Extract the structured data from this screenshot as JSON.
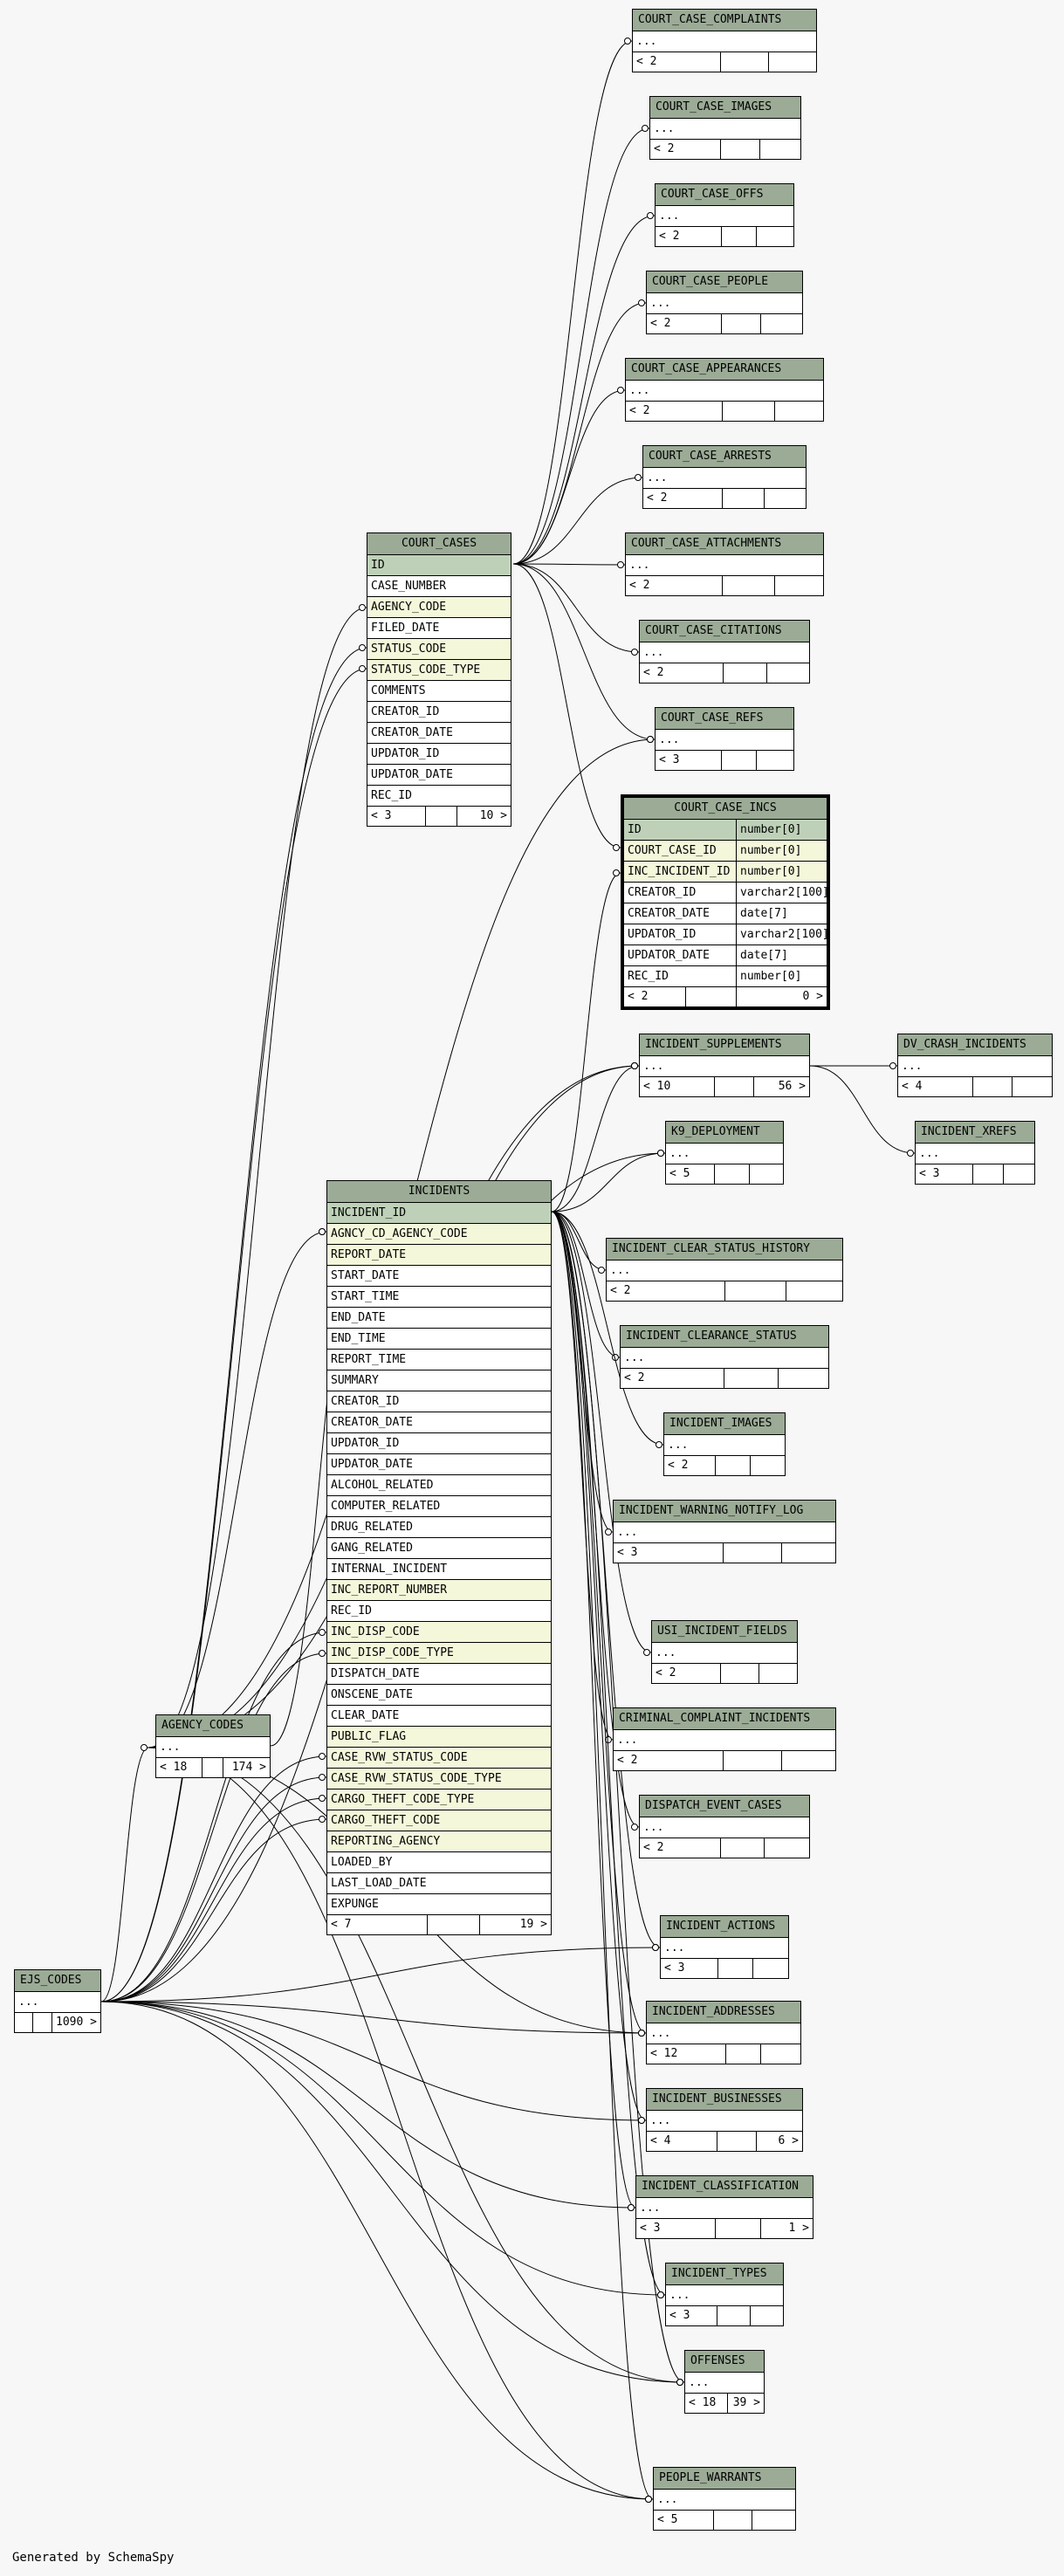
{
  "footer_credit": "Generated by SchemaSpy",
  "colors": {
    "background": "#f7f7f7",
    "table_header": "#9bab96",
    "primary_key_row": "#bed1b8",
    "foreign_key_row": "#f4f7da",
    "line": "#000000"
  },
  "tables": {
    "court_case_complaints": {
      "name": "COURT_CASE_COMPLAINTS",
      "body": "...",
      "parents": "< 2",
      "children": ""
    },
    "court_case_images": {
      "name": "COURT_CASE_IMAGES",
      "body": "...",
      "parents": "< 2",
      "children": ""
    },
    "court_case_offs": {
      "name": "COURT_CASE_OFFS",
      "body": "...",
      "parents": "< 2",
      "children": ""
    },
    "court_case_people": {
      "name": "COURT_CASE_PEOPLE",
      "body": "...",
      "parents": "< 2",
      "children": ""
    },
    "court_case_appearances": {
      "name": "COURT_CASE_APPEARANCES",
      "body": "...",
      "parents": "< 2",
      "children": ""
    },
    "court_case_arrests": {
      "name": "COURT_CASE_ARRESTS",
      "body": "...",
      "parents": "< 2",
      "children": ""
    },
    "court_case_attachments": {
      "name": "COURT_CASE_ATTACHMENTS",
      "body": "...",
      "parents": "< 2",
      "children": ""
    },
    "court_case_citations": {
      "name": "COURT_CASE_CITATIONS",
      "body": "...",
      "parents": "< 2",
      "children": ""
    },
    "court_case_refs": {
      "name": "COURT_CASE_REFS",
      "body": "...",
      "parents": "< 3",
      "children": ""
    },
    "court_cases": {
      "name": "COURT_CASES",
      "columns": [
        "ID",
        "CASE_NUMBER",
        "AGENCY_CODE",
        "FILED_DATE",
        "STATUS_CODE",
        "STATUS_CODE_TYPE",
        "COMMENTS",
        "CREATOR_ID",
        "CREATOR_DATE",
        "UPDATOR_ID",
        "UPDATOR_DATE",
        "REC_ID"
      ],
      "parents": "< 3",
      "children": "10 >"
    },
    "court_case_incs": {
      "name": "COURT_CASE_INCS",
      "columns": [
        {
          "name": "ID",
          "type": "number[0]"
        },
        {
          "name": "COURT_CASE_ID",
          "type": "number[0]"
        },
        {
          "name": "INC_INCIDENT_ID",
          "type": "number[0]"
        },
        {
          "name": "CREATOR_ID",
          "type": "varchar2[100]"
        },
        {
          "name": "CREATOR_DATE",
          "type": "date[7]"
        },
        {
          "name": "UPDATOR_ID",
          "type": "varchar2[100]"
        },
        {
          "name": "UPDATOR_DATE",
          "type": "date[7]"
        },
        {
          "name": "REC_ID",
          "type": "number[0]"
        }
      ],
      "parents": "< 2",
      "children": "0 >"
    },
    "incident_supplements": {
      "name": "INCIDENT_SUPPLEMENTS",
      "body": "...",
      "parents": "< 10",
      "children": "56 >"
    },
    "dv_crash_incidents": {
      "name": "DV_CRASH_INCIDENTS",
      "body": "...",
      "parents": "< 4",
      "children": ""
    },
    "incident_xrefs": {
      "name": "INCIDENT_XREFS",
      "body": "...",
      "parents": "< 3",
      "children": ""
    },
    "k9_deployment": {
      "name": "K9_DEPLOYMENT",
      "body": "...",
      "parents": "< 5",
      "children": ""
    },
    "incidents": {
      "name": "INCIDENTS",
      "columns": [
        "INCIDENT_ID",
        "AGNCY_CD_AGENCY_CODE",
        "REPORT_DATE",
        "START_DATE",
        "START_TIME",
        "END_DATE",
        "END_TIME",
        "REPORT_TIME",
        "SUMMARY",
        "CREATOR_ID",
        "CREATOR_DATE",
        "UPDATOR_ID",
        "UPDATOR_DATE",
        "ALCOHOL_RELATED",
        "COMPUTER_RELATED",
        "DRUG_RELATED",
        "GANG_RELATED",
        "INTERNAL_INCIDENT",
        "INC_REPORT_NUMBER",
        "REC_ID",
        "INC_DISP_CODE",
        "INC_DISP_CODE_TYPE",
        "DISPATCH_DATE",
        "ONSCENE_DATE",
        "CLEAR_DATE",
        "PUBLIC_FLAG",
        "CASE_RVW_STATUS_CODE",
        "CASE_RVW_STATUS_CODE_TYPE",
        "CARGO_THEFT_CODE_TYPE",
        "CARGO_THEFT_CODE",
        "REPORTING_AGENCY",
        "LOADED_BY",
        "LAST_LOAD_DATE",
        "EXPUNGE"
      ],
      "parents": "< 7",
      "children": "19 >"
    },
    "incident_clear_status_history": {
      "name": "INCIDENT_CLEAR_STATUS_HISTORY",
      "body": "...",
      "parents": "< 2",
      "children": ""
    },
    "incident_clearance_status": {
      "name": "INCIDENT_CLEARANCE_STATUS",
      "body": "...",
      "parents": "< 2",
      "children": ""
    },
    "incident_images": {
      "name": "INCIDENT_IMAGES",
      "body": "...",
      "parents": "< 2",
      "children": ""
    },
    "incident_warning_notify_log": {
      "name": "INCIDENT_WARNING_NOTIFY_LOG",
      "body": "...",
      "parents": "< 3",
      "children": ""
    },
    "usi_incident_fields": {
      "name": "USI_INCIDENT_FIELDS",
      "body": "...",
      "parents": "< 2",
      "children": ""
    },
    "criminal_complaint_incidents": {
      "name": "CRIMINAL_COMPLAINT_INCIDENTS",
      "body": "...",
      "parents": "< 2",
      "children": ""
    },
    "dispatch_event_cases": {
      "name": "DISPATCH_EVENT_CASES",
      "body": "...",
      "parents": "< 2",
      "children": ""
    },
    "agency_codes": {
      "name": "AGENCY_CODES",
      "body": "...",
      "parents": "< 18",
      "children": "174 >"
    },
    "incident_actions": {
      "name": "INCIDENT_ACTIONS",
      "body": "...",
      "parents": "< 3",
      "children": ""
    },
    "ejs_codes": {
      "name": "EJS_CODES",
      "body": "...",
      "parents": "",
      "children": "1090 >"
    },
    "incident_addresses": {
      "name": "INCIDENT_ADDRESSES",
      "body": "...",
      "parents": "< 12",
      "children": ""
    },
    "incident_businesses": {
      "name": "INCIDENT_BUSINESSES",
      "body": "...",
      "parents": "< 4",
      "children": "6 >"
    },
    "incident_classification": {
      "name": "INCIDENT_CLASSIFICATION",
      "body": "...",
      "parents": "< 3",
      "children": "1 >"
    },
    "incident_types": {
      "name": "INCIDENT_TYPES",
      "body": "...",
      "parents": "< 3",
      "children": ""
    },
    "offenses": {
      "name": "OFFENSES",
      "body": "...",
      "parents": "< 18",
      "children": "39 >"
    },
    "people_warrants": {
      "name": "PEOPLE_WARRANTS",
      "body": "...",
      "parents": "< 5",
      "children": ""
    }
  }
}
